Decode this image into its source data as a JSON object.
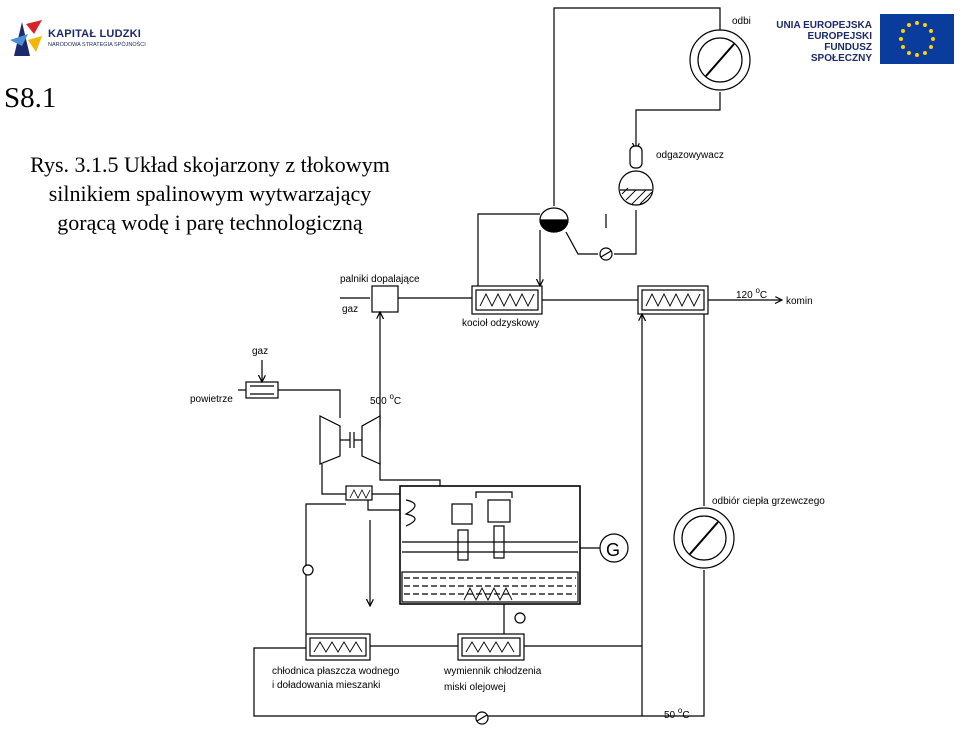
{
  "header": {
    "kl_logo_title": "KAPITAŁ LUDZKI",
    "kl_logo_subtitle": "NARODOWA STRATEGIA SPÓJNOŚCI",
    "eu_line1": "UNIA EUROPEJSKA",
    "eu_line2": "EUROPEJSKI",
    "eu_line3": "FUNDUSZ SPOŁECZNY"
  },
  "slide_id": "S8.1",
  "caption": "Rys. 3.1.5 Układ skojarzony z tłokowym silnikiem spalinowym wytwarzający gorącą wodę i parę technologiczną",
  "labels": {
    "odbior_pary": "odbi",
    "odgazowywacz": "odgazowywacz",
    "palniki": "palniki dopalające",
    "gaz_top": "gaz",
    "kociol": "kocioł odzyskowy",
    "temp_120": "120",
    "komin": "komin",
    "gaz_left": "gaz",
    "powietrze": "powietrze",
    "temp_500": "500",
    "odbior_ciepla": "odbiór ciepła grzewczego",
    "generator": "G",
    "chlodnica_1": "chłodnica płaszcza wodnego",
    "chlodnica_2": "i doładowania mieszanki",
    "wymiennik_1": "wymiennik chłodzenia",
    "wymiennik_2": "miski olejowej",
    "temp_50": "50",
    "deg": "o",
    "unit_c": "C"
  },
  "colors": {
    "line": "#000000",
    "logo_blue": "#1b2a6b",
    "eu_flag": "#0a3c9e",
    "eu_star": "#ffd200",
    "kl_red": "#d8232a"
  }
}
